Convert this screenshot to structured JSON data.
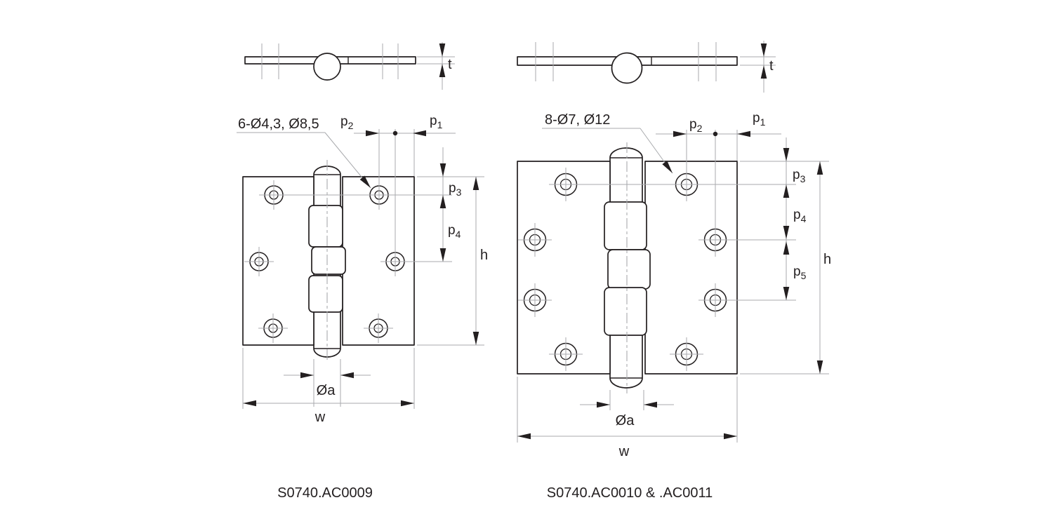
{
  "figures": {
    "left": {
      "hole_callout": "6-Ø4,3, Ø8,5",
      "part_number": "S0740.AC0009",
      "hole_count": 6,
      "dimension_labels_shown": [
        "t",
        "p1",
        "p2",
        "p3",
        "p4",
        "h",
        "Øa",
        "w"
      ]
    },
    "right": {
      "hole_callout": "8-Ø7, Ø12",
      "part_number": "S0740.AC0010 & .AC0011",
      "hole_count": 8,
      "dimension_labels_shown": [
        "t",
        "p1",
        "p2",
        "p3",
        "p4",
        "p5",
        "h",
        "Øa",
        "w"
      ]
    }
  },
  "dim_labels": {
    "p": "p",
    "p1_sub": "1",
    "p2_sub": "2",
    "p3_sub": "3",
    "p4_sub": "4",
    "p5_sub": "5",
    "t": "t",
    "h": "h",
    "w": "w",
    "dia_a": "Øa"
  },
  "colors": {
    "ink": "#231f20",
    "aux": "#a8aaad",
    "background": "#ffffff"
  }
}
